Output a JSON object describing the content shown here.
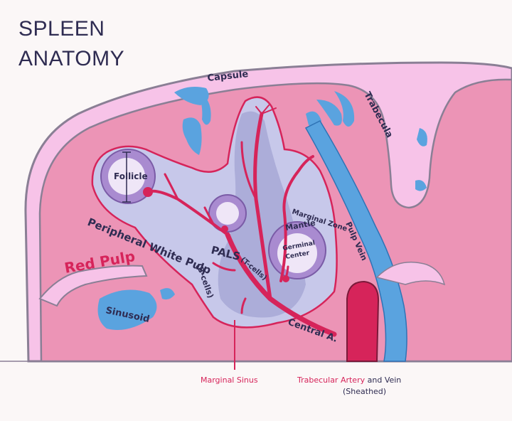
{
  "title": {
    "line1": "SPLEEN",
    "line2": "ANATOMY"
  },
  "labels": {
    "capsule": "Capsule",
    "trabecula": "Trabecula",
    "follicle": "Follicle",
    "marginal_zone": "Marginal Zone",
    "mantle": "Mantle",
    "germinal_center_1": "Germinal",
    "germinal_center_2": "Center",
    "peripheral_white_pulp": "Peripheral White Pulp",
    "b_cells": "(B-cells)",
    "pals": "PALS",
    "t_cells": "(T-cells)",
    "red_pulp": "Red Pulp",
    "sinusoid": "Sinusoid",
    "central_artery": "Central A.",
    "pulp_vein": "Pulp Vein",
    "marginal_sinus": "Marginal Sinus",
    "trabecular_artery": "Trabecular Artery",
    "and_vein": " and Vein",
    "sheathed": "(Sheathed)"
  },
  "colors": {
    "background": "#fbf7f7",
    "capsule": "#f7c3e8",
    "red_pulp": "#ec94b6",
    "white_pulp": "#c7c8ea",
    "artery": "#d6245a",
    "vein": "#5aa3df",
    "follicle": "#a98bd0",
    "text": "#2f2c52"
  }
}
